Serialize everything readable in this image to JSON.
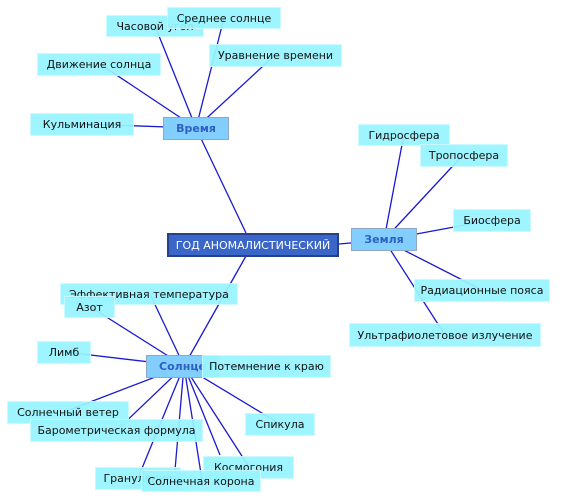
{
  "root": {
    "label": "ГОД АНОМАЛИСТИЧЕСКИЙ"
  },
  "branches": {
    "time": {
      "label": "Время",
      "leaves": {
        "hour_angle": "Часовой угол",
        "mean_sun": "Среднее солнце",
        "sun_motion": "Движение солнца",
        "equation_of_time": "Уравнение времени",
        "culmination": "Кульминация"
      }
    },
    "earth": {
      "label": "Земля",
      "leaves": {
        "hydrosphere": "Гидросфера",
        "troposphere": "Тропосфера",
        "biosphere": "Биосфера",
        "radiation_belts": "Радиационные пояса",
        "ultraviolet": "Ультрафиолетовое излучение"
      }
    },
    "sun": {
      "label": "Солнце",
      "leaves": {
        "effective_temperature": "Эффективная температура",
        "nitrogen": "Азот",
        "limb": "Лимб",
        "limb_darkening": "Потемнение к краю",
        "solar_wind": "Солнечный ветер",
        "barometric_formula": "Барометрическая формула",
        "spicule": "Спикула",
        "cosmogony": "Космогония",
        "granulation": "Грануляция",
        "solar_corona": "Солнечная корона"
      }
    }
  },
  "colors": {
    "edge": "#1a1ad0",
    "leaf_fill": "#98f5ff",
    "branch_fill": "#82cfff",
    "root_fill": "#3a66c8"
  }
}
